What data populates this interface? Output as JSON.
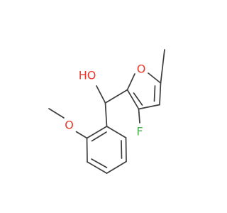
{
  "molecule": {
    "atoms": {
      "oxygen_furan": "O",
      "hydroxyl": "HO",
      "fluorine": "F",
      "methoxy_oxygen": "O"
    },
    "colors": {
      "bond": "#3d3d3d",
      "oxygen": "#e8382b",
      "fluorine": "#4caf50"
    }
  }
}
